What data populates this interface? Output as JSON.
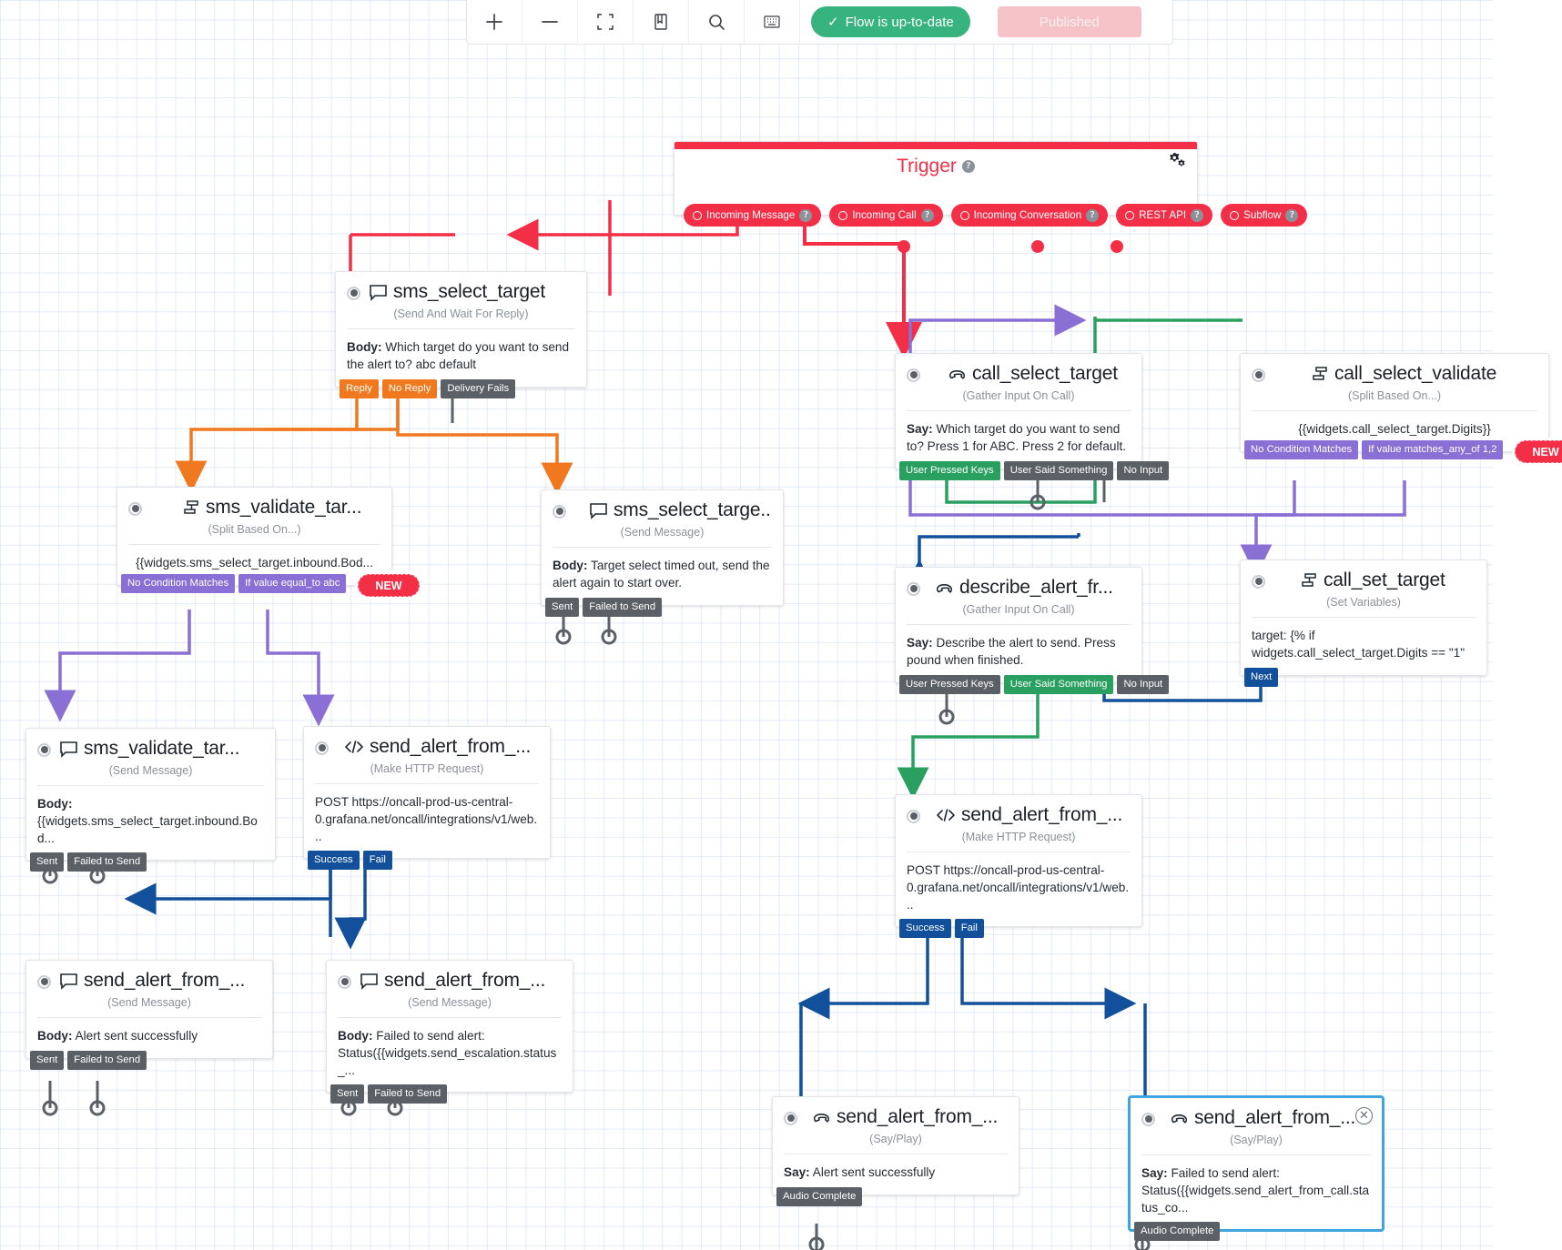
{
  "toolbar": {
    "buttons": [
      {
        "name": "zoom-in-icon",
        "label": "+"
      },
      {
        "name": "zoom-out-icon",
        "label": "−"
      },
      {
        "name": "fit-to-screen-icon",
        "label": "fit"
      },
      {
        "name": "library-icon",
        "label": "library"
      },
      {
        "name": "search-icon",
        "label": "search"
      },
      {
        "name": "grid-icon",
        "label": "grid"
      }
    ],
    "status_label": "Flow is up-to-date",
    "status_check": "✓",
    "status_color": "#36b37e",
    "publish_label": "Published",
    "publish_color": "#f5c2c7"
  },
  "trigger": {
    "title": "Trigger",
    "help": "?",
    "accent_color": "#f22f46",
    "pills": [
      {
        "label": "Incoming Message"
      },
      {
        "label": "Incoming Call"
      },
      {
        "label": "Incoming Conversation"
      },
      {
        "label": "REST API"
      },
      {
        "label": "Subflow"
      }
    ],
    "settings_icon": "gears-icon"
  },
  "widgets": {
    "sms_select_target": {
      "title": "sms_select_target",
      "type": "(Send And Wait For Reply)",
      "icon": "message-icon",
      "body_label": "Body:",
      "body_text": "Which target do you want to send the alert to? abc default",
      "outputs": [
        {
          "label": "Reply",
          "color": "orange"
        },
        {
          "label": "No Reply",
          "color": "orange"
        },
        {
          "label": "Delivery Fails",
          "color": "grey"
        }
      ]
    },
    "sms_validate_target_split": {
      "title": "sms_validate_tar...",
      "type": "(Split Based On...)",
      "icon": "split-icon",
      "body_text": "{{widgets.sms_select_target.inbound.Bod...",
      "outputs": [
        {
          "label": "No Condition Matches",
          "color": "purple"
        },
        {
          "label": "If value equal_to abc",
          "color": "purple"
        }
      ],
      "new_label": "NEW"
    },
    "sms_select_target_timeout": {
      "title": "sms_select_targe...",
      "type": "(Send Message)",
      "icon": "message-icon",
      "body_label": "Body:",
      "body_text": "Target select timed out, send the alert again to start over.",
      "outputs": [
        {
          "label": "Sent",
          "color": "grey"
        },
        {
          "label": "Failed to Send",
          "color": "grey"
        }
      ]
    },
    "sms_validate_target_msg": {
      "title": "sms_validate_tar...",
      "type": "(Send Message)",
      "icon": "message-icon",
      "body_label": "Body:",
      "body_text": "{{widgets.sms_select_target.inbound.Bod...",
      "outputs": [
        {
          "label": "Sent",
          "color": "grey"
        },
        {
          "label": "Failed to Send",
          "color": "grey"
        }
      ]
    },
    "send_alert_from_sms_http": {
      "title": "send_alert_from_...",
      "type": "(Make HTTP Request)",
      "icon": "code-icon",
      "body_text": "POST https://oncall-prod-us-central-0.grafana.net/oncall/integrations/v1/web...",
      "outputs": [
        {
          "label": "Success",
          "color": "blue"
        },
        {
          "label": "Fail",
          "color": "blue"
        }
      ]
    },
    "send_alert_from_sms_ok": {
      "title": "send_alert_from_...",
      "type": "(Send Message)",
      "icon": "message-icon",
      "body_label": "Body:",
      "body_text": "Alert sent successfully",
      "outputs": [
        {
          "label": "Sent",
          "color": "grey"
        },
        {
          "label": "Failed to Send",
          "color": "grey"
        }
      ]
    },
    "send_alert_from_sms_fail": {
      "title": "send_alert_from_...",
      "type": "(Send Message)",
      "icon": "message-icon",
      "body_label": "Body:",
      "body_text": "Failed to send alert: Status({{widgets.send_escalation.status_...",
      "outputs": [
        {
          "label": "Sent",
          "color": "grey"
        },
        {
          "label": "Failed to Send",
          "color": "grey"
        }
      ]
    },
    "call_select_target": {
      "title": "call_select_target",
      "type": "(Gather Input On Call)",
      "icon": "phone-icon",
      "body_label": "Say:",
      "body_text": "Which target do you want to send to? Press 1 for ABC. Press 2 for default.",
      "outputs": [
        {
          "label": "User Pressed Keys",
          "color": "green"
        },
        {
          "label": "User Said Something",
          "color": "grey"
        },
        {
          "label": "No Input",
          "color": "grey"
        }
      ]
    },
    "call_select_validate": {
      "title": "call_select_validate",
      "type": "(Split Based On...)",
      "icon": "split-icon",
      "body_text": "{{widgets.call_select_target.Digits}}",
      "outputs": [
        {
          "label": "No Condition Matches",
          "color": "purple"
        },
        {
          "label": "If value matches_any_of 1,2",
          "color": "purple"
        }
      ],
      "new_label": "NEW"
    },
    "describe_alert_from_call": {
      "title": "describe_alert_fr...",
      "type": "(Gather Input On Call)",
      "icon": "phone-icon",
      "body_label": "Say:",
      "body_text": "Describe the alert to send. Press pound when finished.",
      "outputs": [
        {
          "label": "User Pressed Keys",
          "color": "grey"
        },
        {
          "label": "User Said Something",
          "color": "green"
        },
        {
          "label": "No Input",
          "color": "grey"
        }
      ]
    },
    "call_set_target": {
      "title": "call_set_target",
      "type": "(Set Variables)",
      "icon": "split-icon",
      "body_text": "target: {% if widgets.call_select_target.Digits == \"1\"",
      "outputs": [
        {
          "label": "Next",
          "color": "blue"
        }
      ]
    },
    "send_alert_from_call_http": {
      "title": "send_alert_from_...",
      "type": "(Make HTTP Request)",
      "icon": "code-icon",
      "body_text": "POST https://oncall-prod-us-central-0.grafana.net/oncall/integrations/v1/web...",
      "outputs": [
        {
          "label": "Success",
          "color": "blue"
        },
        {
          "label": "Fail",
          "color": "blue"
        }
      ]
    },
    "send_alert_from_call_ok": {
      "title": "send_alert_from_...",
      "type": "(Say/Play)",
      "icon": "phone-icon",
      "body_label": "Say:",
      "body_text": "Alert sent successfully",
      "outputs": [
        {
          "label": "Audio Complete",
          "color": "grey"
        }
      ]
    },
    "send_alert_from_call_fail": {
      "title": "send_alert_from_...",
      "type": "(Say/Play)",
      "icon": "phone-icon",
      "body_label": "Say:",
      "body_text": "Failed to send alert: Status({{widgets.send_alert_from_call.status_co...",
      "outputs": [
        {
          "label": "Audio Complete",
          "color": "grey"
        }
      ],
      "selected": true,
      "close_label": "✕"
    }
  }
}
